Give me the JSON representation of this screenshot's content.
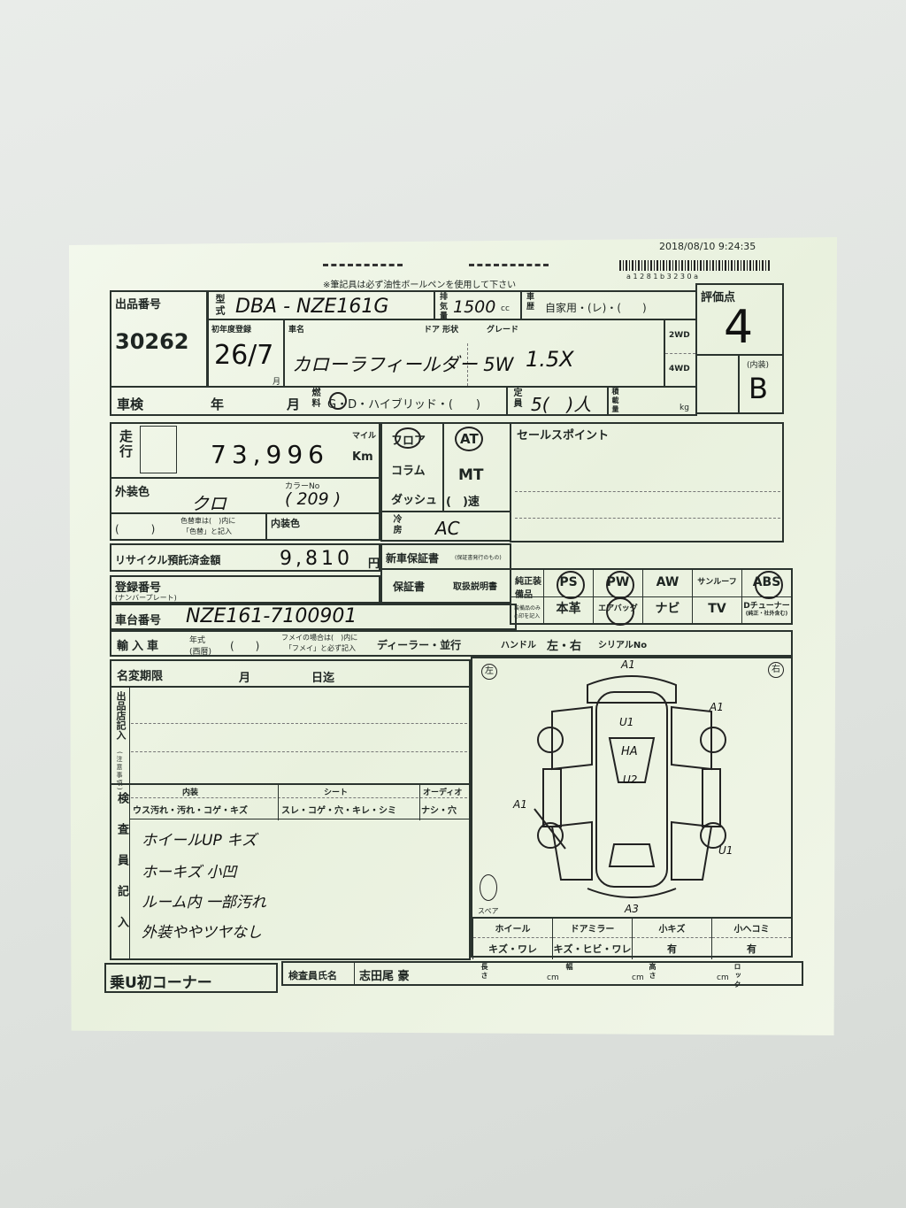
{
  "header": {
    "timestamp": "2018/08/10 9:24:35",
    "barcode_number": "a 1 2 8 1 b 3 2 3 0 a",
    "note": "※筆記具は必ず油性ボールペンを使用して下さい"
  },
  "lot": {
    "label": "出品番号",
    "value": "30262"
  },
  "model": {
    "label": "型式",
    "value": "DBA - NZE161G"
  },
  "displacement": {
    "label": "排気量",
    "value": "1500",
    "unit": "cc"
  },
  "history": {
    "label": "車歴",
    "value": "自家用・(レ)・(　　)"
  },
  "score": {
    "label": "評価点",
    "value": "4"
  },
  "interior_grade": {
    "label": "(内装)",
    "value": "B"
  },
  "first_reg": {
    "label": "初年度登録",
    "value": "26/7",
    "unit": "月"
  },
  "car_name": {
    "label": "車名",
    "door_label": "ドア 形状",
    "grade_label": "グレード",
    "value": "カローラフィールダー 5W",
    "grade": "1.5X"
  },
  "drive": {
    "two": "2WD",
    "four": "4WD"
  },
  "shaken": {
    "label": "車検",
    "year": "年",
    "month": "月"
  },
  "fuel": {
    "label": "燃料",
    "value": "G・D・ハイブリッド・(　　)"
  },
  "capacity": {
    "label": "定員",
    "value": "5(　)人"
  },
  "load": {
    "label": "積載量",
    "unit": "kg"
  },
  "mileage": {
    "label": "走行",
    "value": "73,996",
    "unit": "Km",
    "mile_label": "マイル"
  },
  "exterior_color": {
    "label": "外装色",
    "value": "クロ",
    "colorno_label": "カラーNo",
    "colorno": "( 209 )"
  },
  "repaint": {
    "paren": "(　　　)",
    "note1": "色替車は(　)内に",
    "note2": "「色替」と記入"
  },
  "interior_color": {
    "label": "内装色"
  },
  "recycle": {
    "label": "リサイクル預託済金額",
    "value": "9,810",
    "unit": "円"
  },
  "reg_number": {
    "label": "登録番号",
    "sub": "(ナンバープレート)"
  },
  "chassis": {
    "label": "車台番号",
    "value": "NZE161-7100901"
  },
  "import": {
    "label": "輸入車",
    "year_label": "年式(西暦)",
    "paren": "(　　)",
    "note1": "フメイの場合は(　)内に",
    "note2": "「フメイ」と必ず記入",
    "dealer": "ディーラー・並行",
    "handle_label": "ハンドル",
    "handle": "左・右",
    "serial": "シリアルNo"
  },
  "name_change": {
    "label": "名変期限",
    "month": "月",
    "day": "日迄"
  },
  "shift": {
    "floor": "フロア",
    "at": "AT",
    "column": "コラム",
    "mt": "MT",
    "dash": "ダッシュ",
    "speed": "(　)速",
    "ac_label": "冷房",
    "ac": "AC"
  },
  "warranty": {
    "label": "新車保証書",
    "sub": "(保証書発行のもの)",
    "card": "保証書",
    "manual": "取扱説明書"
  },
  "sales_point": {
    "label": "セールスポイント"
  },
  "equipment": {
    "label": "純正装備品",
    "sub": "装備品のみ○印を記入",
    "items": [
      "PS",
      "PW",
      "AW",
      "サンルーフ",
      "ABS",
      "本革",
      "エアバッグ",
      "ナビ",
      "TV",
      "Dチューナー"
    ],
    "circled": [
      true,
      true,
      false,
      false,
      true,
      false,
      true,
      false,
      false,
      false
    ],
    "dtuner_sub": "(純正・社外含む)"
  },
  "dealer_notes": {
    "label": "出品店記入",
    "sub": "(注意事項)"
  },
  "inspector": {
    "label": "検査員記入",
    "headers": [
      "内装",
      "シート",
      "オーディオ"
    ],
    "options": [
      "ウス汚れ・汚れ・コゲ・キズ",
      "スレ・コゲ・穴・キレ・シミ",
      "ナシ・穴"
    ],
    "notes": [
      "ホイールUP キズ",
      "ホーキズ 小凹",
      "ルーム内 一部汚れ",
      "外装ややツヤなし"
    ]
  },
  "diagram": {
    "left": "左",
    "right": "右",
    "spare": "スペア",
    "marks": [
      "A1",
      "U1",
      "HA",
      "U2",
      "A1",
      "A1",
      "U1",
      "A3"
    ]
  },
  "damage_table": {
    "headers": [
      "ホイール",
      "ドアミラー",
      "小キズ",
      "小ヘコミ"
    ],
    "values": [
      "キズ・ワレ",
      "キズ・ヒビ・ワレ",
      "有",
      "有"
    ]
  },
  "footer": {
    "corner": "乗U初コーナー",
    "inspector_label": "検査員氏名",
    "inspector_name": "志田尾 豪",
    "length": "長さ",
    "width": "幅",
    "height": "高さ",
    "cm": "cm",
    "lock": "ロック"
  }
}
